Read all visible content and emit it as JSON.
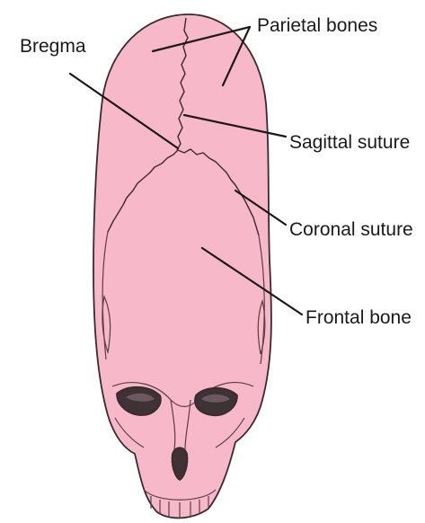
{
  "colors": {
    "bone_fill": "#f7b9c9",
    "bone_outline": "#3a2a2e",
    "cavity_fill": "#3d3236",
    "label_text": "#1a1a1a",
    "background": "#ffffff"
  },
  "labels": {
    "parietal_bones": "Parietal bones",
    "bregma": "Bregma",
    "sagittal_suture": "Sagittal suture",
    "coronal_suture": "Coronal suture",
    "frontal_bone": "Frontal bone"
  }
}
